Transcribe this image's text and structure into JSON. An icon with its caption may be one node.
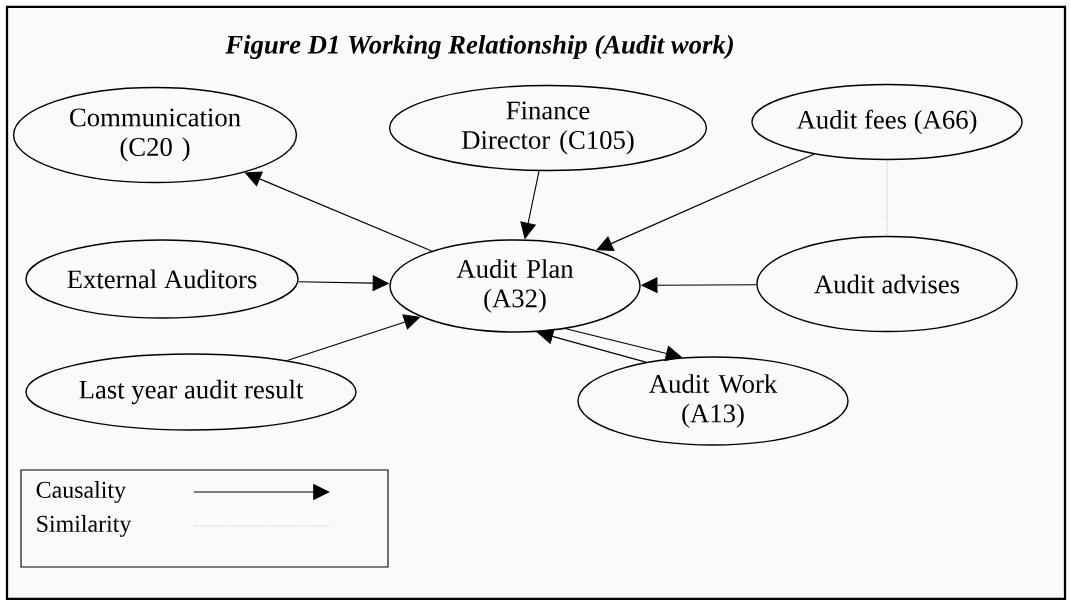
{
  "diagram": {
    "title": "Figure D1 Working Relationship (Audit work)",
    "nodes": [
      {
        "text": [
          "Communication (C20 )"
        ]
      },
      {
        "text": [
          "Finance Director (C105)"
        ]
      },
      {
        "text": [
          "Audit fees (A66)"
        ]
      },
      {
        "text": [
          "External Auditors"
        ]
      },
      {
        "text": [
          "Audit Plan (A32)"
        ]
      },
      {
        "text": [
          "Audit advises"
        ]
      },
      {
        "text": [
          "Last year audit result"
        ]
      },
      {
        "text": [
          "Audit Work (A13)"
        ]
      }
    ],
    "edges": [
      {
        "from": 4,
        "to": 0,
        "arrow": "to"
      },
      {
        "from": 1,
        "to": 4,
        "arrow": "to"
      },
      {
        "from": 2,
        "to": 4,
        "arrow": "to"
      },
      {
        "from": 3,
        "to": 4,
        "arrow": "to"
      },
      {
        "from": 5,
        "to": 4,
        "arrow": "to"
      },
      {
        "from": 6,
        "to": 4,
        "arrow": "to"
      },
      {
        "from": 4,
        "to": 7,
        "arrow": "to"
      },
      {
        "from": 7,
        "to": 4,
        "arrow": "to"
      },
      {
        "from": 2,
        "to": 5,
        "arrow": "none",
        "style": "dashed",
        "color": "#999999"
      }
    ],
    "legend": [
      {
        "text": "Causality"
      },
      {
        "text": "Similarity"
      }
    ]
  }
}
